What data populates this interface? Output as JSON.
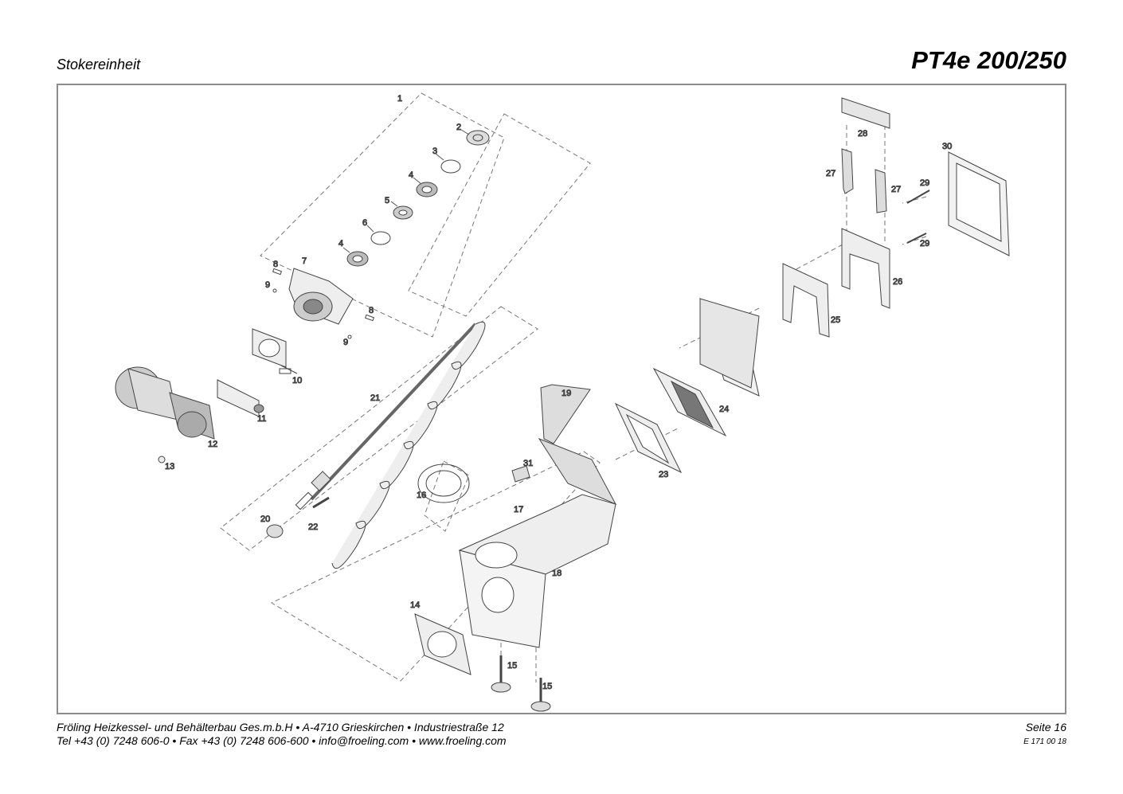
{
  "header": {
    "section": "Stokereinheit",
    "model": "PT4e 200/250"
  },
  "parts": [
    {
      "id": "p1",
      "num": "1"
    },
    {
      "id": "p2",
      "num": "2"
    },
    {
      "id": "p3",
      "num": "3"
    },
    {
      "id": "p4a",
      "num": "4"
    },
    {
      "id": "p5",
      "num": "5"
    },
    {
      "id": "p6",
      "num": "6"
    },
    {
      "id": "p4b",
      "num": "4"
    },
    {
      "id": "p7",
      "num": "7"
    },
    {
      "id": "p8a",
      "num": "8"
    },
    {
      "id": "p9a",
      "num": "9"
    },
    {
      "id": "p8b",
      "num": "8"
    },
    {
      "id": "p9b",
      "num": "9"
    },
    {
      "id": "p10",
      "num": "10"
    },
    {
      "id": "p11",
      "num": "11"
    },
    {
      "id": "p12",
      "num": "12"
    },
    {
      "id": "p13",
      "num": "13"
    },
    {
      "id": "p21",
      "num": "21"
    },
    {
      "id": "p20",
      "num": "20"
    },
    {
      "id": "p22",
      "num": "22"
    },
    {
      "id": "p16",
      "num": "16"
    },
    {
      "id": "p19",
      "num": "19"
    },
    {
      "id": "p31",
      "num": "31"
    },
    {
      "id": "p17",
      "num": "17"
    },
    {
      "id": "p18",
      "num": "18"
    },
    {
      "id": "p14",
      "num": "14"
    },
    {
      "id": "p15a",
      "num": "15"
    },
    {
      "id": "p15b",
      "num": "15"
    },
    {
      "id": "p23",
      "num": "23"
    },
    {
      "id": "p24",
      "num": "24"
    },
    {
      "id": "p25",
      "num": "25"
    },
    {
      "id": "p26",
      "num": "26"
    },
    {
      "id": "p27a",
      "num": "27"
    },
    {
      "id": "p27b",
      "num": "27"
    },
    {
      "id": "p28",
      "num": "28"
    },
    {
      "id": "p29a",
      "num": "29"
    },
    {
      "id": "p29b",
      "num": "29"
    },
    {
      "id": "p30",
      "num": "30"
    }
  ],
  "footer": {
    "line1": "Fröling Heizkessel- und Behälterbau Ges.m.b.H   •  A-4710 Grieskirchen   •  Industriestraße 12",
    "line2": "Tel +43 (0) 7248 606-0   •  Fax +43 (0) 7248 606-600  •  info@froeling.com   •  www.froeling.com",
    "page": "Seite 16",
    "code": "E 171 00 18"
  },
  "colors": {
    "line": "#444444",
    "dash": "#777777",
    "frame": "#8c8c8c"
  }
}
